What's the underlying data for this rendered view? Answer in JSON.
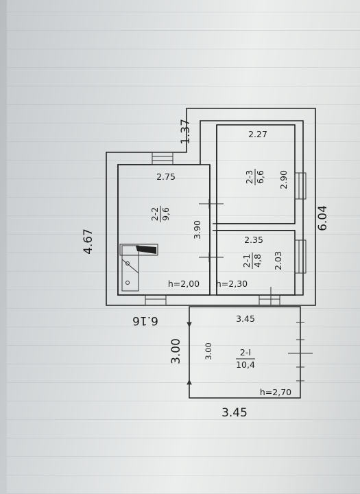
{
  "plan": {
    "outer": {
      "height_left": "4.67",
      "width_right": "6.04",
      "bottom_rot": "6.16",
      "step": "1.37"
    },
    "rooms": [
      {
        "id": "2-2",
        "area": "9,6",
        "width": "2.75",
        "length": "3.90"
      },
      {
        "id": "2-3",
        "area": "6,6",
        "width": "2.27",
        "length": "2.90"
      },
      {
        "id": "2-1",
        "area": "4,8",
        "width": "2.35",
        "length": "2.03"
      },
      {
        "id": "2-I",
        "area": "10,4",
        "width": "3.45",
        "length": "3.00"
      }
    ],
    "heights": [
      "h=2,00",
      "h=2,30",
      "h=2,70"
    ],
    "annex": {
      "outer_width": "3.45",
      "outer_height": "3.00"
    }
  }
}
